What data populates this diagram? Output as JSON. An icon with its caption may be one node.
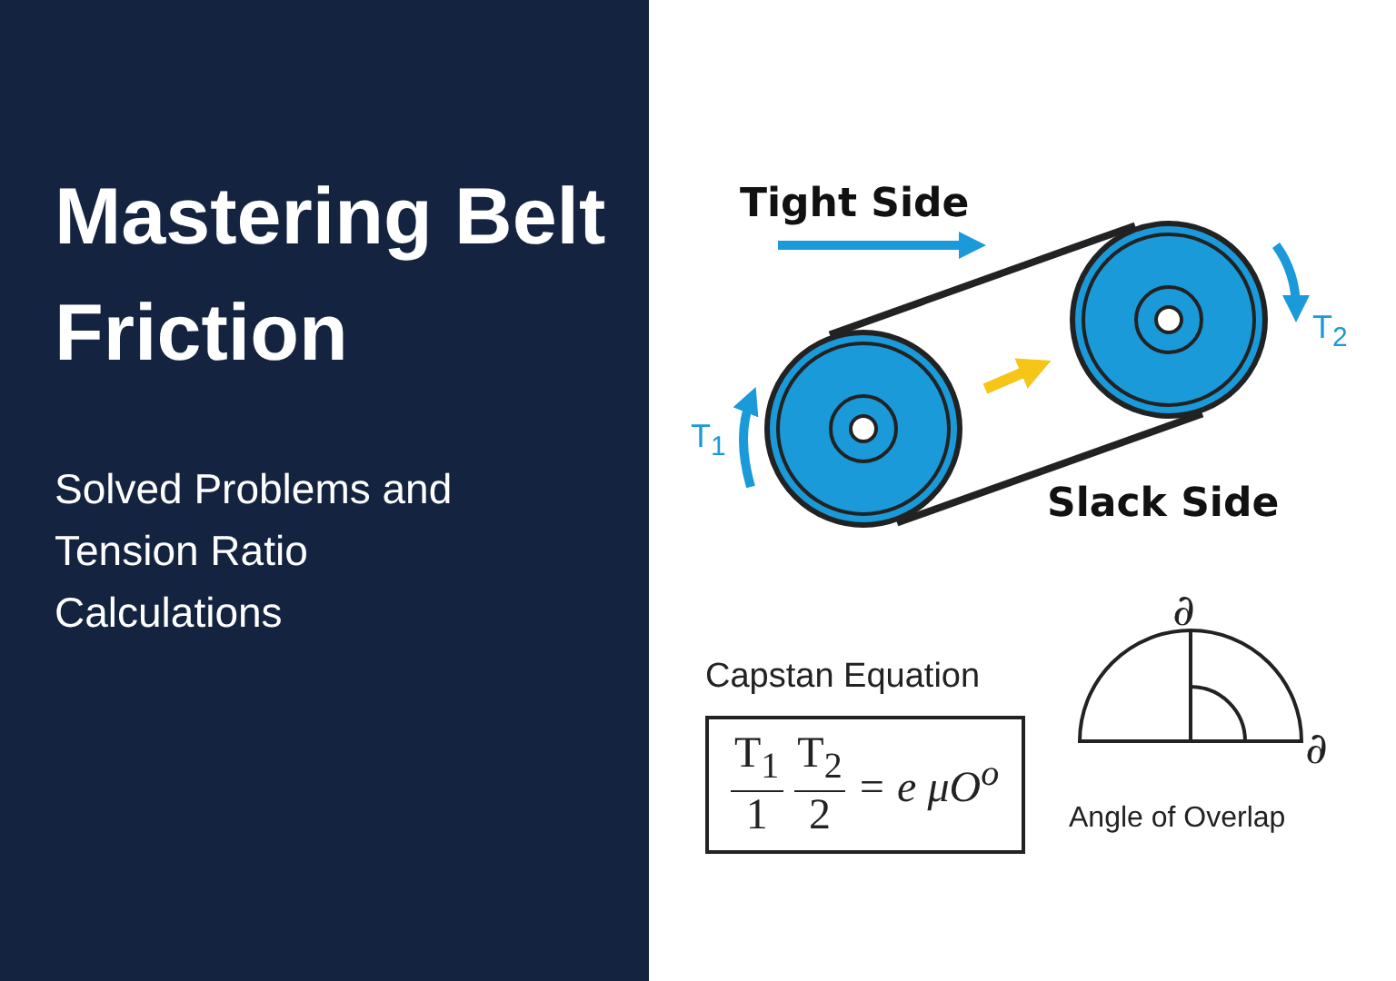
{
  "diagram": {
    "title": "Mastering Belt Friction",
    "nodes": [
      {
        "text": [
          "Capstan Equation",
          "T$_{1}$",
          "1",
          "T$_{2}$",
          "2",
          "= e μO$^{o}$"
        ]
      }
    ],
    "labels": [
      "Solved Problems and Tension Ratio Calculations",
      "Tight Side",
      "T$_{2}$",
      "T$_{1}$",
      "Slack Side",
      "∂",
      "∂",
      "Angle of Overlap"
    ]
  }
}
